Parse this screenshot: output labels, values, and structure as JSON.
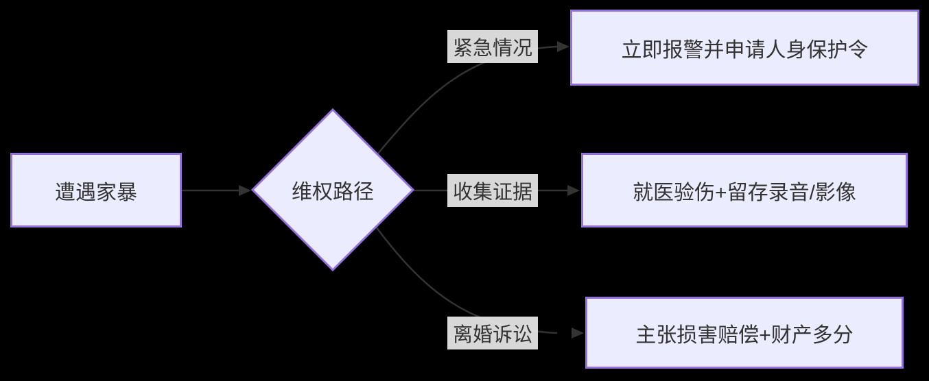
{
  "diagram": {
    "type": "flowchart",
    "direction": "left-to-right",
    "nodes": {
      "start": {
        "label": "遭遇家暴",
        "shape": "rectangle"
      },
      "decision": {
        "label": "维权路径",
        "shape": "diamond"
      },
      "outcome_emergency": {
        "label": "立即报警并申请人身保护令",
        "shape": "rectangle"
      },
      "outcome_evidence": {
        "label": "就医验伤+留存录音/影像",
        "shape": "rectangle"
      },
      "outcome_divorce": {
        "label": "主张损害赔偿+财产多分",
        "shape": "rectangle"
      }
    },
    "edges": [
      {
        "from": "start",
        "to": "decision",
        "label": ""
      },
      {
        "from": "decision",
        "to": "outcome_emergency",
        "label": "紧急情况"
      },
      {
        "from": "decision",
        "to": "outcome_evidence",
        "label": "收集证据"
      },
      {
        "from": "decision",
        "to": "outcome_divorce",
        "label": "离婚诉讼"
      }
    ],
    "colors": {
      "background": "#000000",
      "node_fill": "#ECECFF",
      "node_border": "#9370DB",
      "edge": "#333333",
      "edge_label_bg": "#E8E8E8",
      "text": "#333333"
    }
  }
}
